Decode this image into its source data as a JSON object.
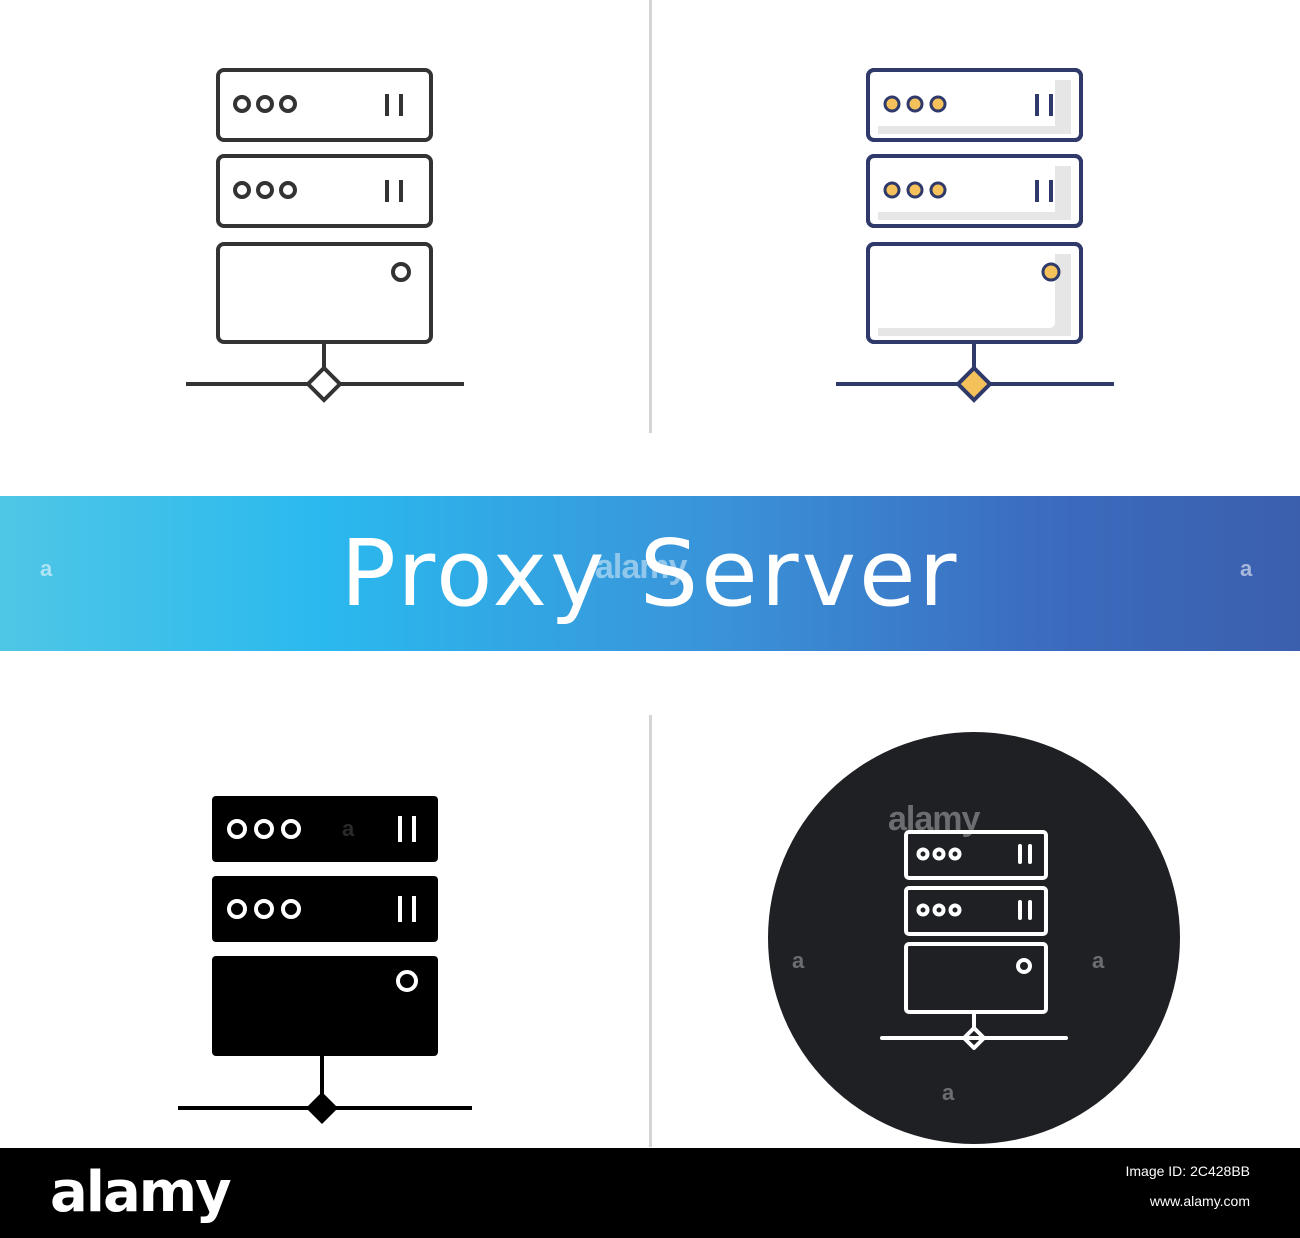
{
  "banner": {
    "title": "Proxy Server",
    "gradient_colors": [
      "#4fc6e6",
      "#2ab9ee",
      "#3a93d8",
      "#3b6cbf",
      "#3b5fad"
    ]
  },
  "icons": [
    {
      "style": "linear",
      "icon": "server-network-icon",
      "stroke_color": "#333333"
    },
    {
      "style": "color",
      "icon": "server-network-icon",
      "stroke_color": "#2f3a6b",
      "accent_color": "#f5c15a",
      "fill_color": "#e6e6e6"
    },
    {
      "style": "glyph",
      "icon": "server-network-icon",
      "fill_color": "#000000"
    },
    {
      "style": "chalk",
      "icon": "server-network-icon",
      "background_color": "#1e2024",
      "stroke_color": "#ffffff"
    }
  ],
  "watermark": {
    "word": "alamy",
    "letter": "a"
  },
  "footer": {
    "logo": "alamy",
    "image_id_label": "Image ID: 2C428BB",
    "url": "www.alamy.com"
  }
}
